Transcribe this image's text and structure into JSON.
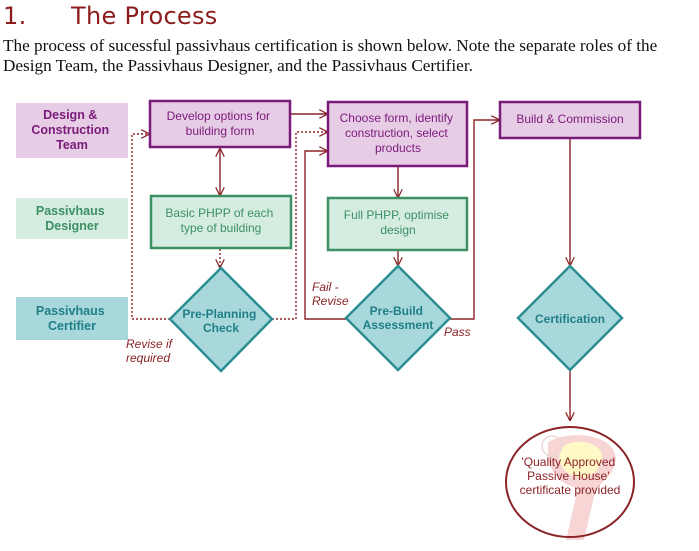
{
  "heading": {
    "number": "1.",
    "title": "The Process"
  },
  "intro": {
    "line1": "The process of sucessful passivhaus certification is shown below.  Note the separate roles of the",
    "line2": "Design Team, the Passivhaus Designer, and the Passivhaus Certifier."
  },
  "diagram": {
    "roles": [
      {
        "lines": [
          "Design &",
          "Construction",
          "Team"
        ]
      },
      {
        "lines": [
          "Passivhaus",
          "Designer"
        ]
      },
      {
        "lines": [
          "Passivhaus",
          "Certifier"
        ]
      }
    ],
    "steps": {
      "develop": [
        "Develop options for",
        "building form"
      ],
      "choose": [
        "Choose form, identify",
        "construction, select",
        "products"
      ],
      "build": [
        "Build & Commission"
      ],
      "basic_phpp": [
        "Basic PHPP of each",
        "type of building"
      ],
      "full_phpp": [
        "Full PHPP, optimise",
        "design"
      ]
    },
    "decisions": {
      "pre_planning": [
        "Pre-Planning",
        "Check"
      ],
      "pre_build": [
        "Pre-Build",
        "Assessment"
      ],
      "certification": [
        "Certification"
      ]
    },
    "annotations": {
      "revise_if_required": [
        "Revise if",
        "required"
      ],
      "fail_revise": [
        "Fail -",
        "Revise"
      ],
      "pass": "Pass"
    },
    "outcome": [
      "'Quality Approved",
      "Passive House'",
      "certificate provided"
    ],
    "colors": {
      "purple_fill": "#e7cce6",
      "purple_border": "#7a1a7a",
      "purple_text": "#7a1a7a",
      "green_fill": "#d5ede0",
      "green_border": "#3d8f64",
      "green_text": "#3d8f64",
      "teal_fill": "#a9d8dc",
      "teal_border": "#2b8e93",
      "teal_text": "#1f7f86",
      "arrow": "#8b2326",
      "heading": "#8c1c1c"
    }
  }
}
